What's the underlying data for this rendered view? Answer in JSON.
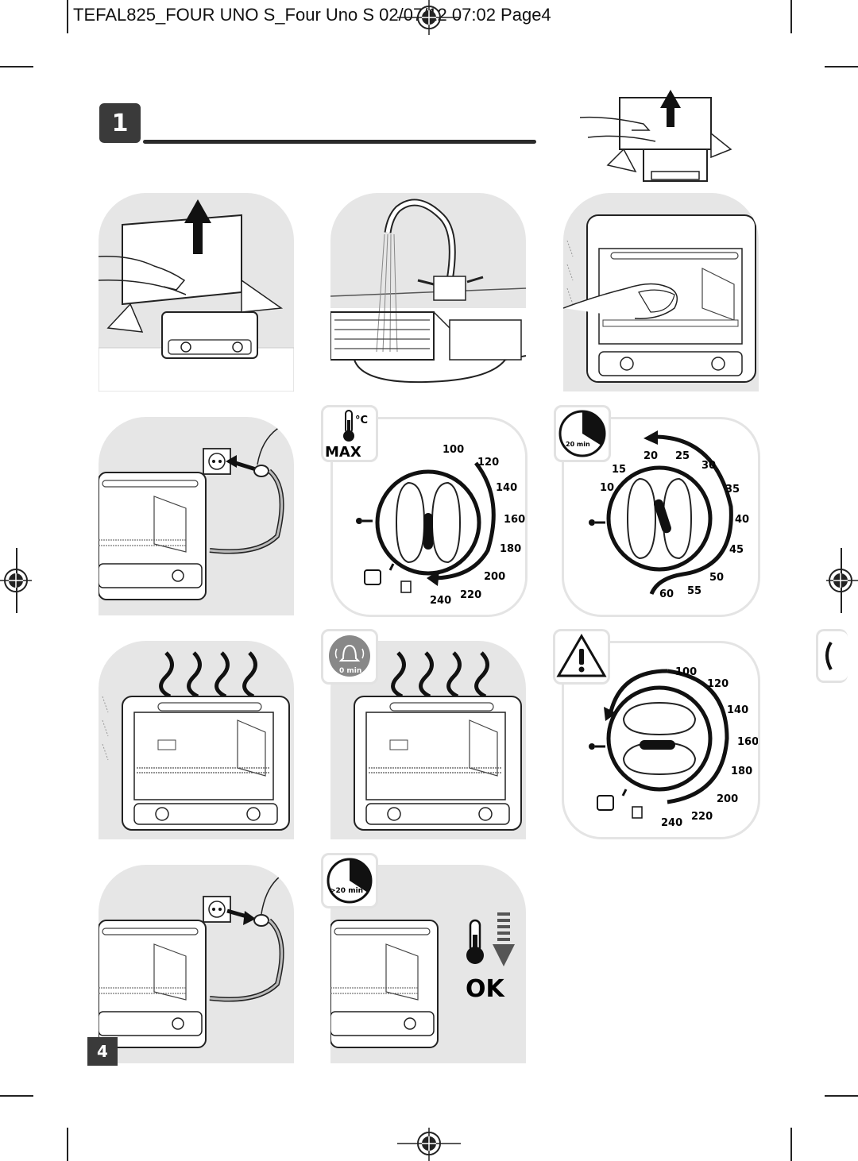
{
  "header": {
    "text": "TEFAL825_FOUR UNO S_Four Uno S  02/07/12  07:02  Page4"
  },
  "step": {
    "number": "1"
  },
  "page": {
    "number": "4"
  },
  "thermostat": {
    "icon_unit": "°C",
    "icon_label": "MAX",
    "scale": [
      "100",
      "120",
      "140",
      "160",
      "180",
      "200",
      "220",
      "240"
    ]
  },
  "timer": {
    "icon_label": "20 min",
    "scale": [
      "10",
      "15",
      "20",
      "25",
      "30",
      "35",
      "40",
      "45",
      "50",
      "55",
      "60"
    ]
  },
  "bell": {
    "label": "0 min"
  },
  "cooldown": {
    "icon_label": ">20 min",
    "ok_label": "OK"
  },
  "warning_dial": {
    "scale": [
      "100",
      "120",
      "140",
      "160",
      "180",
      "200",
      "220",
      "240"
    ]
  }
}
